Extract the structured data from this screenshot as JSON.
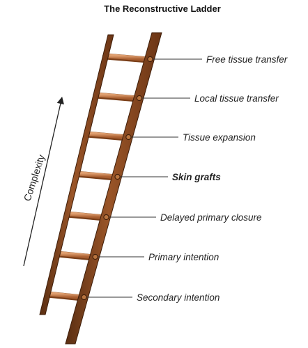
{
  "title": "The  Reconstructive Ladder",
  "axis_label": "Complexity",
  "steps": [
    {
      "label": "Free tissue transfer",
      "bold": false
    },
    {
      "label": "Local tissue transfer",
      "bold": false
    },
    {
      "label": "Tissue expansion",
      "bold": false
    },
    {
      "label": "Skin grafts",
      "bold": true
    },
    {
      "label": "Delayed primary closure",
      "bold": false
    },
    {
      "label": "Primary intention",
      "bold": false
    },
    {
      "label": "Secondary intention",
      "bold": false
    }
  ],
  "colors": {
    "wood_dark": "#5a2e12",
    "wood_mid": "#8b4a22",
    "wood_light": "#c07845",
    "rung": "#cf8a58",
    "line": "#333333"
  }
}
